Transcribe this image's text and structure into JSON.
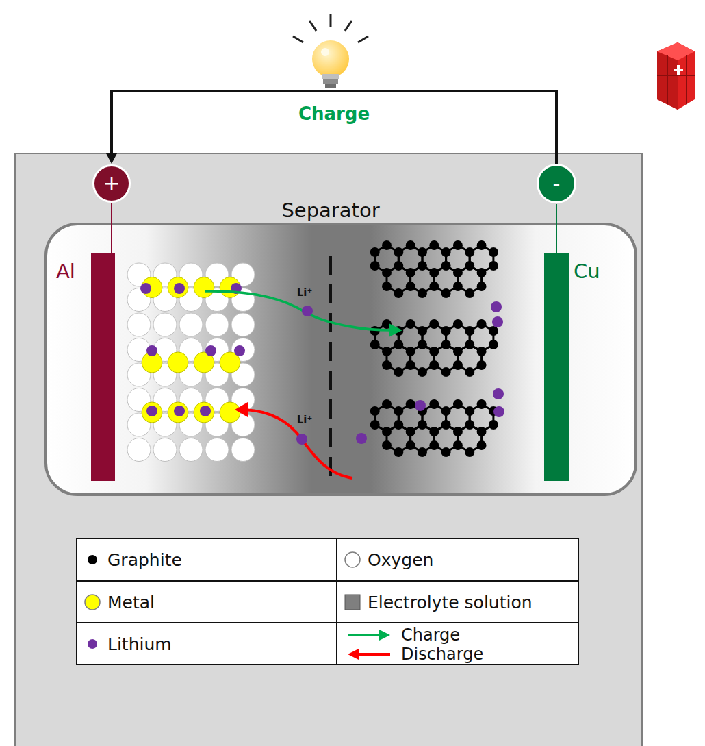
{
  "diagram": {
    "nodes": [
      {
        "text": [
          "+"
        ]
      },
      {
        "text": [
          "-"
        ]
      }
    ],
    "edges": [
      {
        "from": 1,
        "to": 0,
        "arrow": "to",
        "label": "Charge"
      }
    ],
    "labels": [
      "Separator",
      "Al",
      "Cu",
      "Li⁺",
      "Li⁺"
    ],
    "legend": [
      {
        "text": "Graphite",
        "color": "#000000"
      },
      {
        "text": "Oxygen"
      },
      {
        "text": "Metal",
        "color": "#ffff00"
      },
      {
        "text": "Electrolyte solution",
        "color": "#7f7f7f"
      },
      {
        "text": "Lithium",
        "color": "#7030a0"
      },
      {
        "text": "Charge"
      },
      {
        "text": "Discharge"
      }
    ]
  }
}
